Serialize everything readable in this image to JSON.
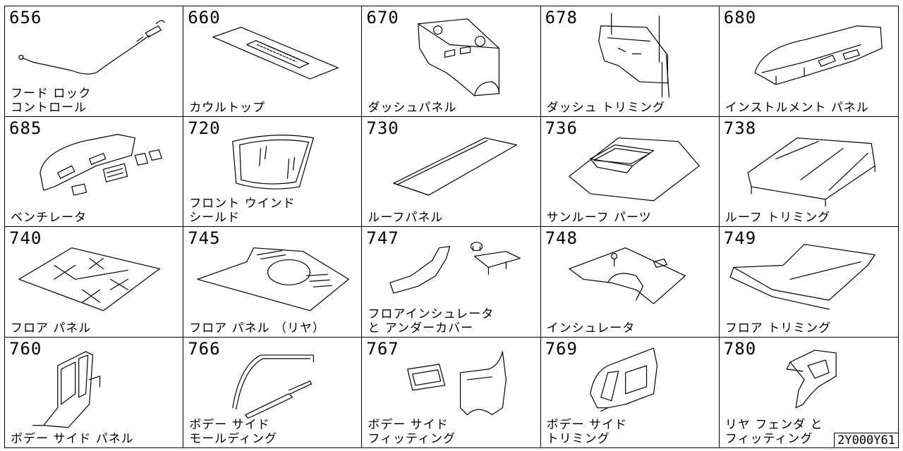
{
  "parts": [
    {
      "code": "656",
      "label": "フード ロック\nコントロール",
      "icon": "hood-lock-cable"
    },
    {
      "code": "660",
      "label": "カウルトップ",
      "icon": "cowl-top"
    },
    {
      "code": "670",
      "label": "ダッシュパネル",
      "icon": "dash-panel"
    },
    {
      "code": "678",
      "label": "ダッシュ トリミング",
      "icon": "dash-trim"
    },
    {
      "code": "680",
      "label": "インストルメント パネル",
      "icon": "instrument-panel"
    },
    {
      "code": "685",
      "label": "ベンチレータ",
      "icon": "ventilator"
    },
    {
      "code": "720",
      "label": "フロント ウインド\nシールド",
      "icon": "windshield"
    },
    {
      "code": "730",
      "label": "ルーフパネル",
      "icon": "roof-panel"
    },
    {
      "code": "736",
      "label": "サンルーフ パーツ",
      "icon": "sunroof"
    },
    {
      "code": "738",
      "label": "ルーフ トリミング",
      "icon": "roof-trim"
    },
    {
      "code": "740",
      "label": "フロア パネル",
      "icon": "floor-panel"
    },
    {
      "code": "745",
      "label": "フロア パネル （リヤ）",
      "icon": "rear-floor"
    },
    {
      "code": "747",
      "label": "フロアインシュレータ\nと アンダーカバー",
      "icon": "floor-insulator"
    },
    {
      "code": "748",
      "label": "インシュレータ",
      "icon": "insulator"
    },
    {
      "code": "749",
      "label": "フロア トリミング",
      "icon": "floor-trim"
    },
    {
      "code": "760",
      "label": "ボデー サイド パネル",
      "icon": "body-side-panel"
    },
    {
      "code": "766",
      "label": "ボデー サイド\nモールディング",
      "icon": "side-molding"
    },
    {
      "code": "767",
      "label": "ボデー サイド\nフィッティング",
      "icon": "side-fitting"
    },
    {
      "code": "769",
      "label": "ボデー サイド\nトリミング",
      "icon": "side-trim"
    },
    {
      "code": "780",
      "label": "リヤ フェンダ と\nフィッティング",
      "icon": "rear-fender"
    }
  ],
  "reference": "2Y000Y61"
}
